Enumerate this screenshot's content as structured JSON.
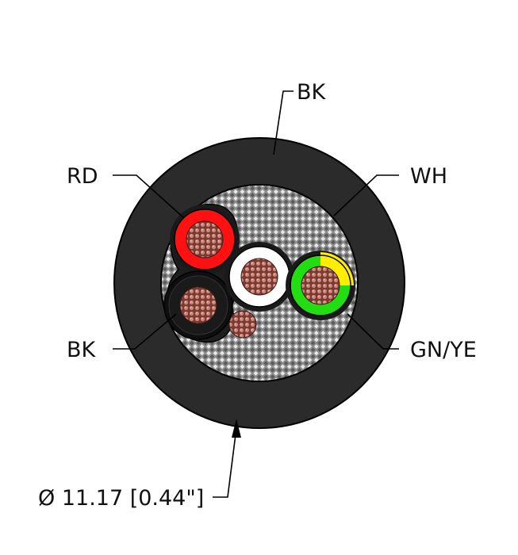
{
  "labels": {
    "jacket": "BK",
    "red_conductor": "RD",
    "white_conductor": "WH",
    "black_conductor": "BK",
    "ground_conductor": "GN/YE",
    "diameter": "Ø 11.17 [0.44\"]"
  },
  "colors": {
    "jacket": "#2b2b2b",
    "red": "#ff1111",
    "white": "#ffffff",
    "black": "#1a1a1a",
    "green": "#22dd11",
    "yellow": "#ffee00",
    "copper": "#b06a5a",
    "braid": "#9a9a9a"
  }
}
